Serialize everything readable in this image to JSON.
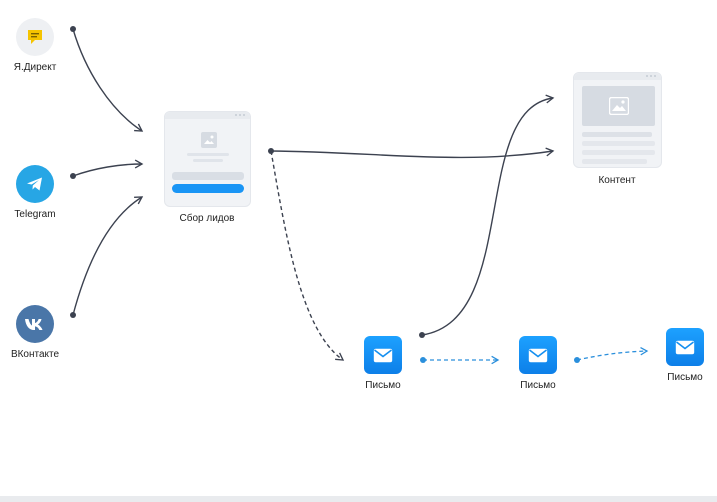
{
  "sources": [
    {
      "label": "Я.Директ",
      "icon": "yandex-direct-icon",
      "color": "#f5c400"
    },
    {
      "label": "Telegram",
      "icon": "telegram-icon",
      "color": "#27a6e5"
    },
    {
      "label": "ВКонтакте",
      "icon": "vk-icon",
      "color": "#4a76a8"
    }
  ],
  "collector": {
    "label": "Сбор лидов",
    "button_color": "#1a95f5"
  },
  "content": {
    "label": "Контент"
  },
  "emails": [
    {
      "label": "Письмо",
      "icon": "envelope-icon"
    },
    {
      "label": "Письмо",
      "icon": "envelope-icon"
    },
    {
      "label": "Письмо",
      "icon": "envelope-icon"
    }
  ],
  "colors": {
    "solid_wire": "#3c4250",
    "dashed_wire": "#3c4250",
    "email_wire": "#2a8fdc",
    "email_tile": "#148ff0"
  }
}
